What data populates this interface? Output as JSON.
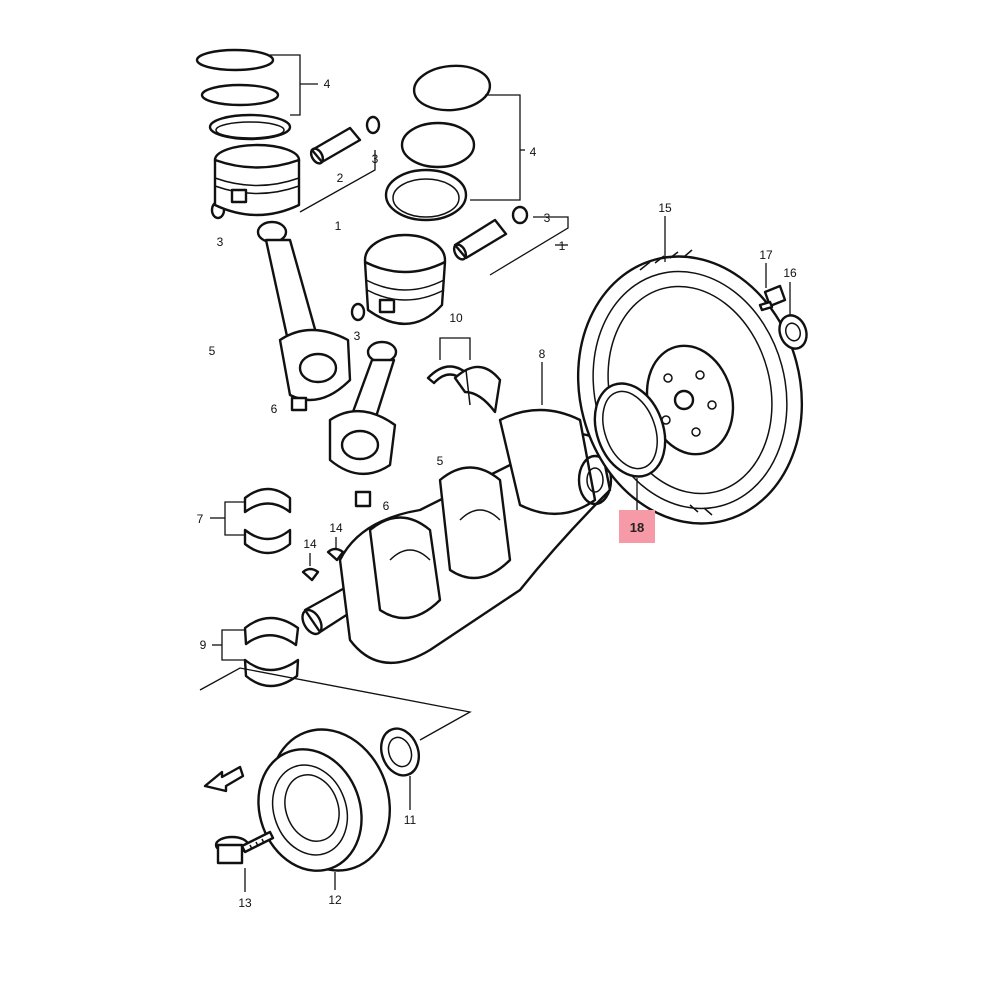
{
  "callouts": {
    "c1a": "1",
    "c1b": "1",
    "c2": "2",
    "c3a": "3",
    "c3b": "3",
    "c3c": "3",
    "c3d": "3",
    "c4a": "4",
    "c4b": "4",
    "c5a": "5",
    "c5b": "5",
    "c6a": "6",
    "c6b": "6",
    "c7": "7",
    "c8": "8",
    "c9": "9",
    "c10": "10",
    "c11": "11",
    "c12": "12",
    "c13": "13",
    "c14a": "14",
    "c14b": "14",
    "c15": "15",
    "c16": "16",
    "c17": "17",
    "c18": "18"
  },
  "highlight": {
    "callout": "18",
    "color": "#f59aa6"
  },
  "icons": {
    "front_arrow": "front-direction-arrow-icon"
  }
}
